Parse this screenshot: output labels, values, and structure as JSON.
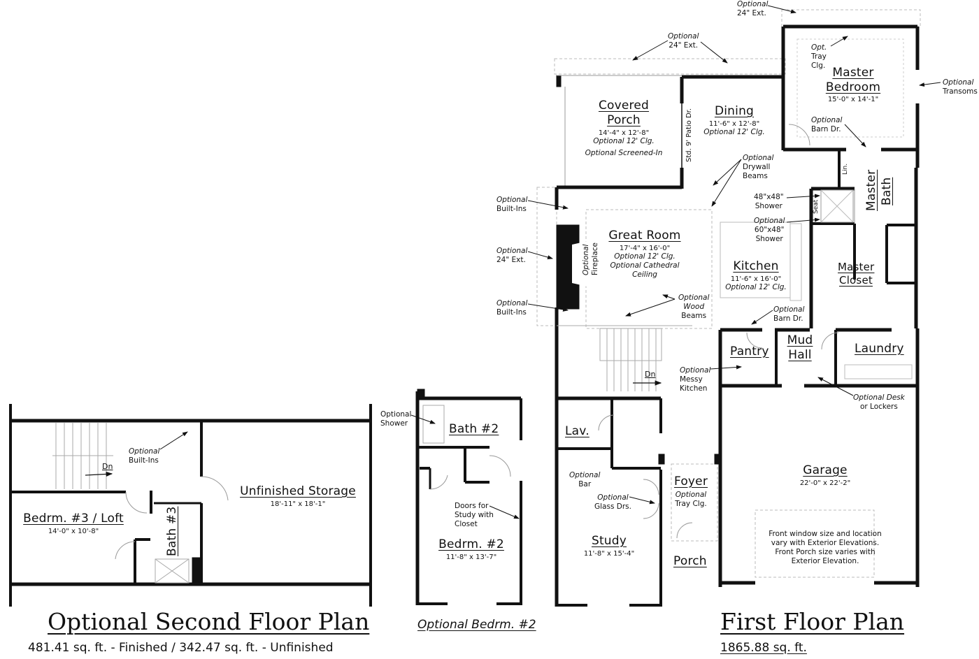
{
  "first_floor": {
    "title": "First Floor Plan",
    "area": "1865.88 sq. ft.",
    "rooms": {
      "covered_porch": {
        "name1": "Covered",
        "name2": "Porch",
        "dim": "14'-4\" x 12'-8\"",
        "note1": "Optional 12' Clg.",
        "note2": "Optional Screened-In"
      },
      "dining": {
        "name": "Dining",
        "dim": "11'-6\" x 12'-8\"",
        "note": "Optional 12' Clg."
      },
      "master_bedroom": {
        "name1": "Master",
        "name2": "Bedroom",
        "dim": "15'-0\" x 14'-1\""
      },
      "great_room": {
        "name": "Great Room",
        "dim": "17'-4\" x 16'-0\"",
        "note1": "Optional 12' Clg.",
        "note2": "Optional Cathedral",
        "note3": "Ceiling"
      },
      "kitchen": {
        "name": "Kitchen",
        "dim": "11'-6\" x 16'-0\"",
        "note": "Optional 12' Clg."
      },
      "master_bath": {
        "name1": "Master",
        "name2": "Bath"
      },
      "master_closet": {
        "name1": "Master",
        "name2": "Closet"
      },
      "pantry": {
        "name": "Pantry"
      },
      "mud_hall": {
        "name1": "Mud",
        "name2": "Hall"
      },
      "laundry": {
        "name": "Laundry"
      },
      "lav": {
        "name": "Lav."
      },
      "study": {
        "name": "Study",
        "dim": "11'-8\" x 15'-4\""
      },
      "foyer": {
        "name": "Foyer",
        "note1": "Optional",
        "note2": "Tray Clg."
      },
      "porch": {
        "name": "Porch"
      },
      "garage": {
        "name": "Garage",
        "dim": "22'-0\" x 22'-2\"",
        "note1": "Front window size and location",
        "note2": "vary with Exterior Elevations.",
        "note3": "Front Porch size varies with",
        "note4": "Exterior Elevation."
      }
    },
    "annotations": {
      "ext_top_right": [
        "Optional",
        "24\" Ext."
      ],
      "ext_top_mid": [
        "Optional",
        "24\" Ext."
      ],
      "tray_clg": [
        "Opt.",
        "Tray",
        "Clg."
      ],
      "transoms": [
        "Optional",
        "Transoms"
      ],
      "barn_dr_master": [
        "Optional",
        "Barn Dr."
      ],
      "patio_dr": "Std. 9' Patio Dr.",
      "drywall_beams": [
        "Optional",
        "Drywall",
        "Beams"
      ],
      "lin": "Lin.",
      "seat": "Seat",
      "shower_48": [
        "48\"x48\"",
        "Shower"
      ],
      "shower_60": [
        "Optional",
        "60\"x48\"",
        "Shower"
      ],
      "built_ins_top": [
        "Optional",
        "Built-Ins"
      ],
      "ext_left": [
        "Optional",
        "24\" Ext."
      ],
      "built_ins_bottom": [
        "Optional",
        "Built-Ins"
      ],
      "fireplace": [
        "Optional",
        "Fireplace"
      ],
      "wood_beams": [
        "Optional",
        "Wood",
        "Beams"
      ],
      "barn_dr_pantry": [
        "Optional",
        "Barn Dr."
      ],
      "messy_kitchen": [
        "Optional",
        "Messy",
        "Kitchen"
      ],
      "desk_lockers": [
        "Optional Desk",
        "or Lockers"
      ],
      "stairs_dn": "Dn",
      "optional_bar": [
        "Optional",
        "Bar"
      ],
      "glass_drs": [
        "Optional",
        "Glass Drs."
      ]
    }
  },
  "optional_bedroom2": {
    "title": "Optional Bedrm. #2",
    "rooms": {
      "bath2": {
        "name": "Bath #2"
      },
      "bedroom2": {
        "name": "Bedrm. #2",
        "dim": "11'-8\" x 13'-7\""
      }
    },
    "annotations": {
      "shower": [
        "Optional",
        "Shower"
      ],
      "doors_study": [
        "Doors for",
        "Study with",
        "Closet"
      ]
    }
  },
  "second_floor": {
    "title": "Optional Second Floor Plan",
    "area": "481.41 sq. ft. - Finished / 342.47 sq. ft. - Unfinished",
    "rooms": {
      "bedroom3": {
        "name": "Bedrm. #3 / Loft",
        "dim": "14'-0\" x 10'-8\""
      },
      "bath3": {
        "name": "Bath #3"
      },
      "storage": {
        "name": "Unfinished Storage",
        "dim": "18'-11\" x 18'-1\""
      }
    },
    "annotations": {
      "built_ins": [
        "Optional",
        "Built-Ins"
      ],
      "stairs_dn": "Dn"
    }
  }
}
